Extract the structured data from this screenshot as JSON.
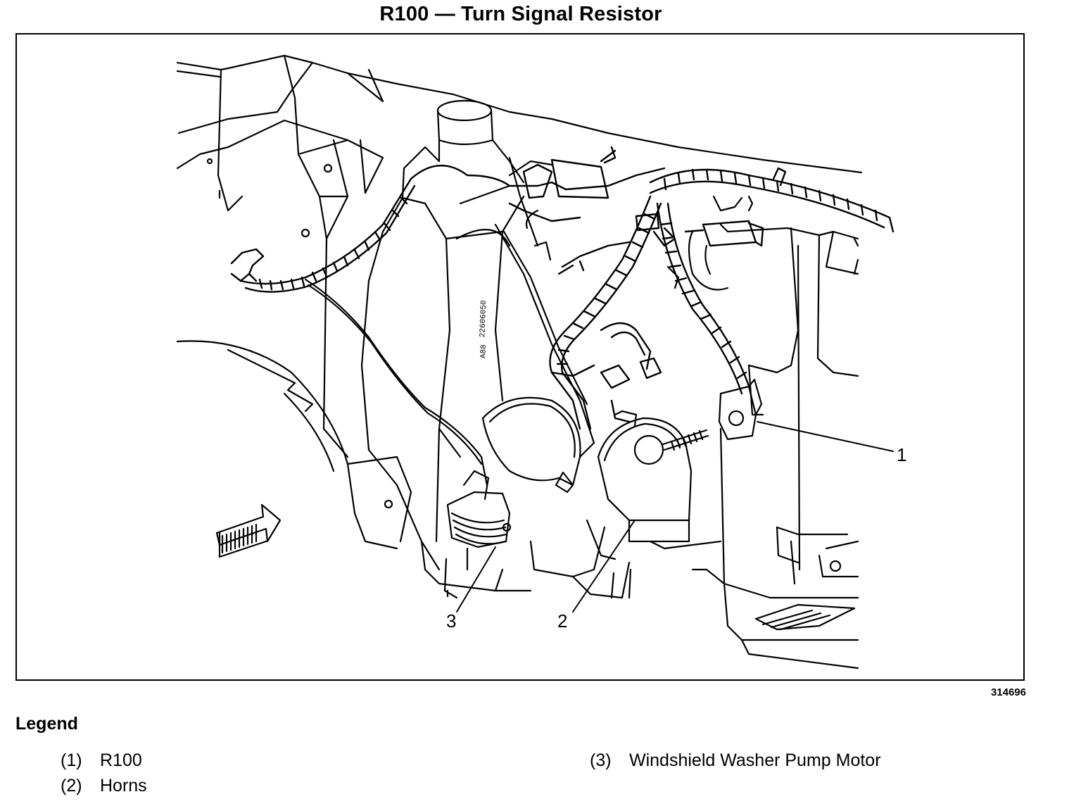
{
  "title": "R100 — Turn Signal Resistor",
  "figure_id": "314696",
  "legend": {
    "heading": "Legend",
    "items": [
      {
        "num": "(1)",
        "label": "R100"
      },
      {
        "num": "(2)",
        "label": "Horns"
      },
      {
        "num": "(3)",
        "label": "Windshield Washer Pump Motor"
      }
    ]
  },
  "callouts": [
    {
      "id": "1",
      "text": "1"
    },
    {
      "id": "2",
      "text": "2"
    },
    {
      "id": "3",
      "text": "3"
    }
  ],
  "tank_marking": {
    "line1": "22606050",
    "line2": "A88"
  },
  "colors": {
    "ink": "#000000",
    "paper": "#ffffff"
  }
}
